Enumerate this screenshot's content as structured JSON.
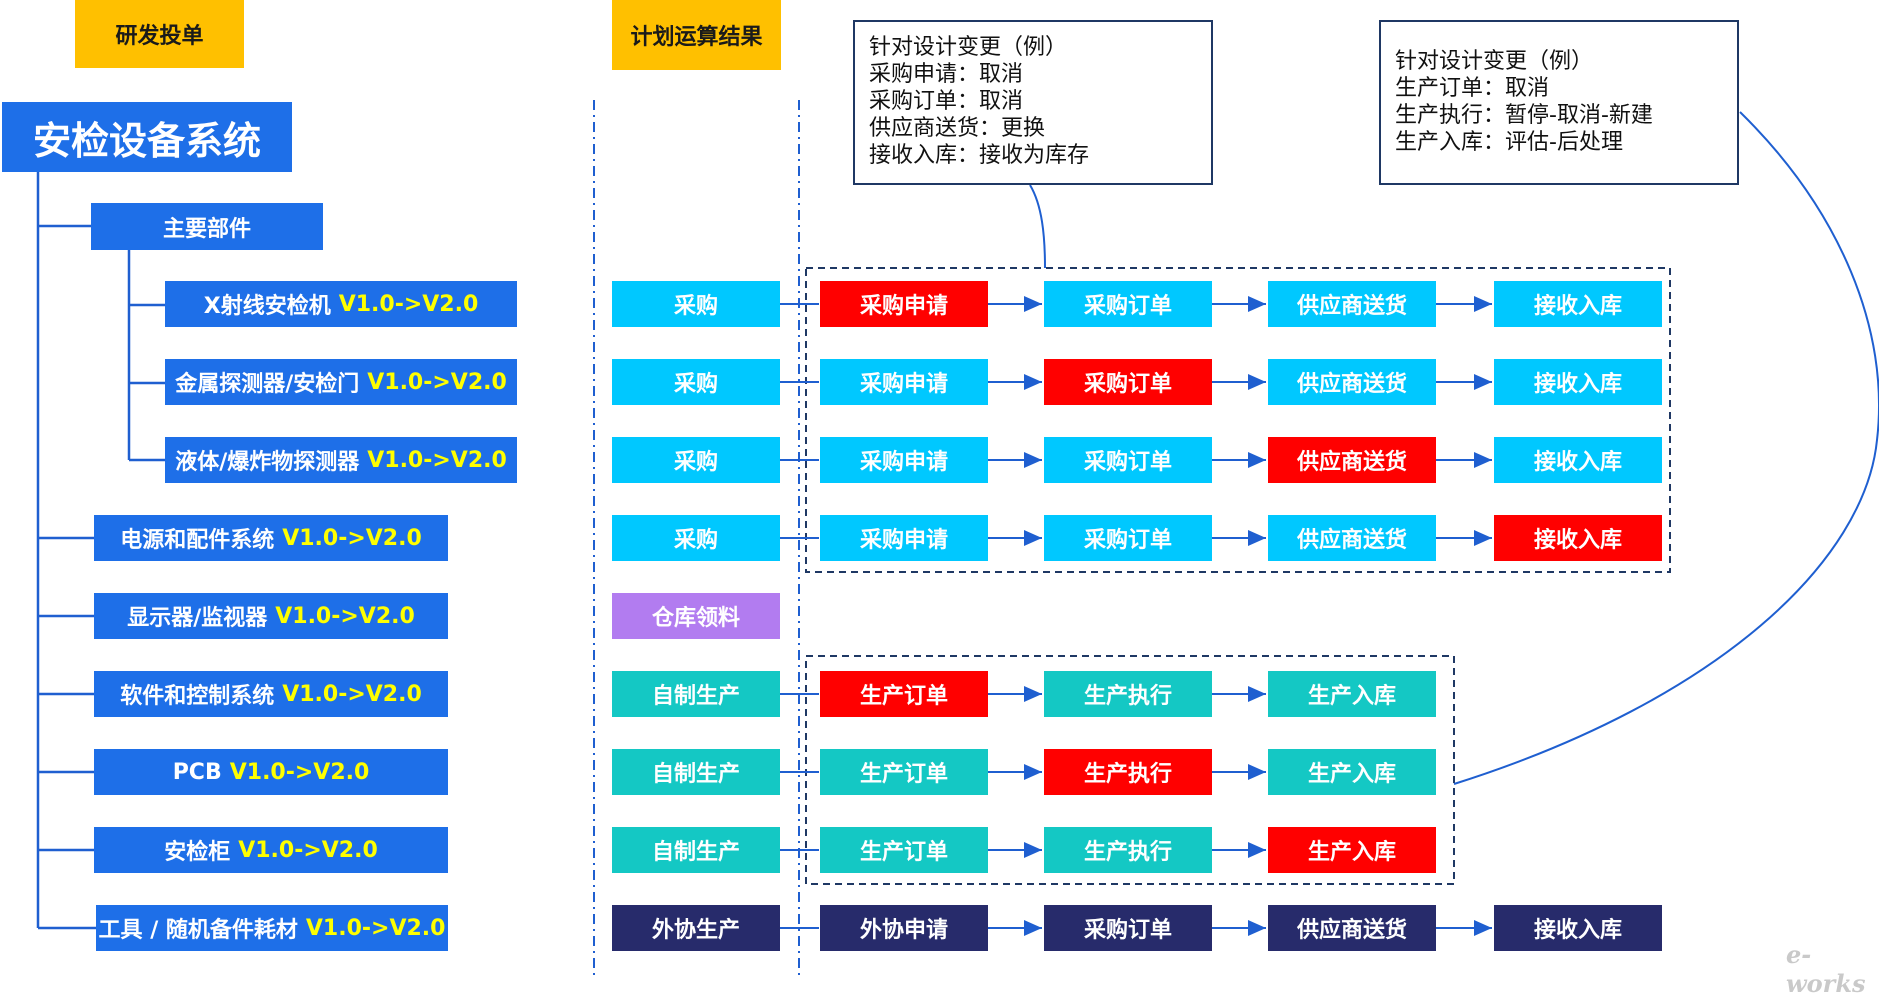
{
  "header": {
    "rd_label": "研发投单",
    "plan_label": "计划运算结果"
  },
  "system_title": "安检设备系统",
  "main_parts": "主要部件",
  "parts": [
    {
      "name": "X射线安检机",
      "version": "V1.0->V2.0"
    },
    {
      "name": "金属探测器/安检门",
      "version": "V1.0->V2.0"
    },
    {
      "name": "液体/爆炸物探测器",
      "version": "V1.0->V2.0"
    },
    {
      "name": "电源和配件系统",
      "version": "V1.0->V2.0"
    },
    {
      "name": "显示器/监视器",
      "version": "V1.0->V2.0"
    },
    {
      "name": "软件和控制系统",
      "version": "V1.0->V2.0"
    },
    {
      "name": "PCB",
      "version": "V1.0->V2.0"
    },
    {
      "name": "安检柜",
      "version": "V1.0->V2.0"
    },
    {
      "name": "工具 / 随机备件耗材",
      "version": "V1.0->V2.0"
    }
  ],
  "results": [
    "采购",
    "采购",
    "采购",
    "采购",
    "仓库领料",
    "自制生产",
    "自制生产",
    "自制生产",
    "外协生产"
  ],
  "flows": {
    "purchase": [
      "采购申请",
      "采购订单",
      "供应商送货",
      "接收入库"
    ],
    "production": [
      "生产订单",
      "生产执行",
      "生产入库"
    ],
    "outsource": [
      "外协申请",
      "采购订单",
      "供应商送货",
      "接收入库"
    ]
  },
  "note_purchase": [
    "针对设计变更（例）",
    "采购申请：取消",
    "采购订单：取消",
    "供应商送货：更换",
    "接收入库：接收为库存"
  ],
  "note_production": [
    "针对设计变更（例）",
    "生产订单：取消",
    "生产执行：暂停-取消-新建",
    "生产入库：评估-后处理"
  ],
  "colors": {
    "header": "#ffc000",
    "system": "#1e6fe8",
    "purchase": "#00c8ff",
    "warehouse": "#b27cf0",
    "production": "#14c8c4",
    "outsource": "#272b6b",
    "highlight": "#ff0000",
    "version": "#ffff00"
  },
  "logo_text": "e-works"
}
